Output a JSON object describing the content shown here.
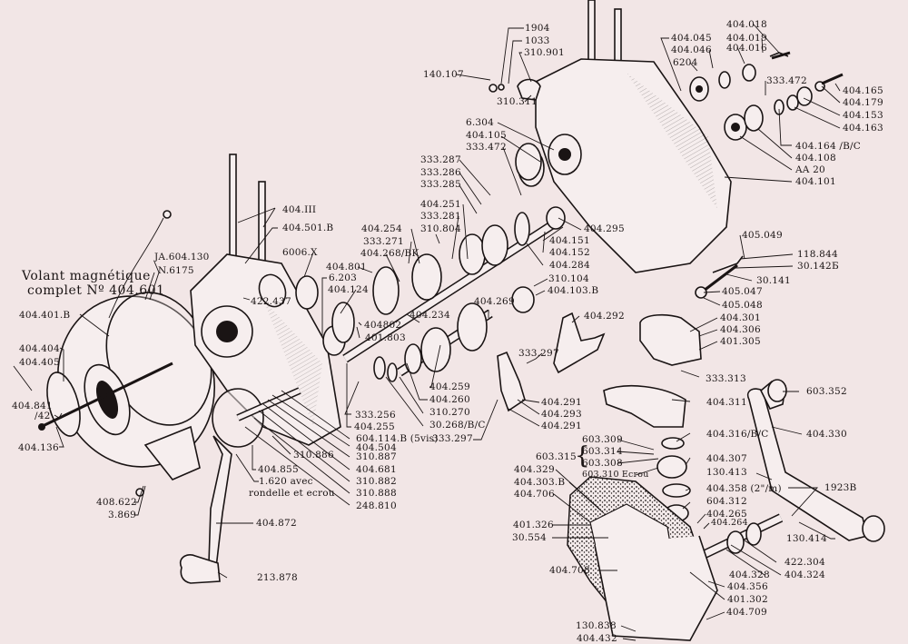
{
  "colors": {
    "background": "#F2E6E6",
    "ink": "#1a1414"
  },
  "title": {
    "line1": "Volant magnétique",
    "line2": "complet Nº 404.601"
  },
  "labels": {
    "l1": "1904",
    "l2": "1033",
    "l3": "310.901",
    "l4": "140.107",
    "l5": "310.311",
    "l6": "404.045",
    "l7": "404.046",
    "l8": "6204",
    "l9": "404.018",
    "l10": "404.019",
    "l11": "404.016",
    "l12": "333.472",
    "l13": "404.165",
    "l14": "404.179",
    "l15": "404.153",
    "l16": "404.163",
    "l17": "404.164 /B/C",
    "l18": "404.108",
    "l19": "AA 20",
    "l20": "404.101",
    "l21": "6.304",
    "l22": "404.105",
    "l23": "333.472",
    "l24": "333.287",
    "l25": "333.286",
    "l26": "333.285",
    "l27": "404.251",
    "l28": "333.281",
    "l29": "310.804",
    "l30": "404.295",
    "l31": "404.151",
    "l32": "404.152",
    "l33": "404.284",
    "l34": "404.III",
    "l35": "404.501.B",
    "l36": "404.254",
    "l37": "333.271",
    "l38": "404.268/BK",
    "l39": "6006.X",
    "l40": "404.801",
    "l41": "6.203",
    "l42": "404.124",
    "l43": "422.437",
    "l44": "404802",
    "l45": "401.803",
    "l46": "404.234",
    "l47": "404.269",
    "l48": "310.104",
    "l49": "404.103.B",
    "l50": "404.292",
    "l51": "JA.604.130",
    "l52": "N.6175",
    "l53": "404.401.B",
    "l54": "404.404",
    "l55": "404.405",
    "l56": "404.841",
    "l57": "/42",
    "l58": "404.136",
    "l59": "333.256",
    "l60": "404.255",
    "l61": "604.114.B (5vis)",
    "l62": "404.504",
    "l63": "310.887",
    "l64": "404.681",
    "l65": "310.882",
    "l66": "310.888",
    "l67": "248.810",
    "l68": "310.886",
    "l69": "404.855",
    "l70": "1.620 avec",
    "l71": "rondelle et ecrou",
    "l72": "404.259",
    "l73": "404.260",
    "l74": "310.270",
    "l75": "30.268/B/C",
    "l76": "333.297",
    "l77": "333.297",
    "l78": "404.291",
    "l79": "404.293",
    "l80": "404.291",
    "l81": "405.049",
    "l82": "118.844",
    "l83": "30.142Б",
    "l84": "30.141",
    "l85": "405.047",
    "l86": "405.048",
    "l87": "404.301",
    "l88": "404.306",
    "l89": "401.305",
    "l90": "333.313",
    "l91": "404.311",
    "l92": "603.352",
    "l93": "404.316/B/C",
    "l94": "404.330",
    "l95": "603.309",
    "l96": "603.315",
    "l97": "603.314",
    "l98": "603.308",
    "l99": "603.310 Ecrou",
    "l100": "404.307",
    "l101": "130.413",
    "l102": "404.329",
    "l103": "404.303.B",
    "l104": "404.706",
    "l105": "404.358 (2\"/m)",
    "l106": "604.312",
    "l107": "1923B",
    "l108": "404.265",
    "l109": "404.264",
    "l110": "401.326",
    "l111": "30.554",
    "l112": "130.414",
    "l113": "422.304",
    "l114": "404.328",
    "l115": "404.324",
    "l116": "404.708",
    "l117": "404.356",
    "l118": "401.302",
    "l119": "404.709",
    "l120": "130.838",
    "l121": "404.432",
    "l122": "408.622",
    "l123": "3.869",
    "l124": "404.872",
    "l125": "213.878"
  }
}
